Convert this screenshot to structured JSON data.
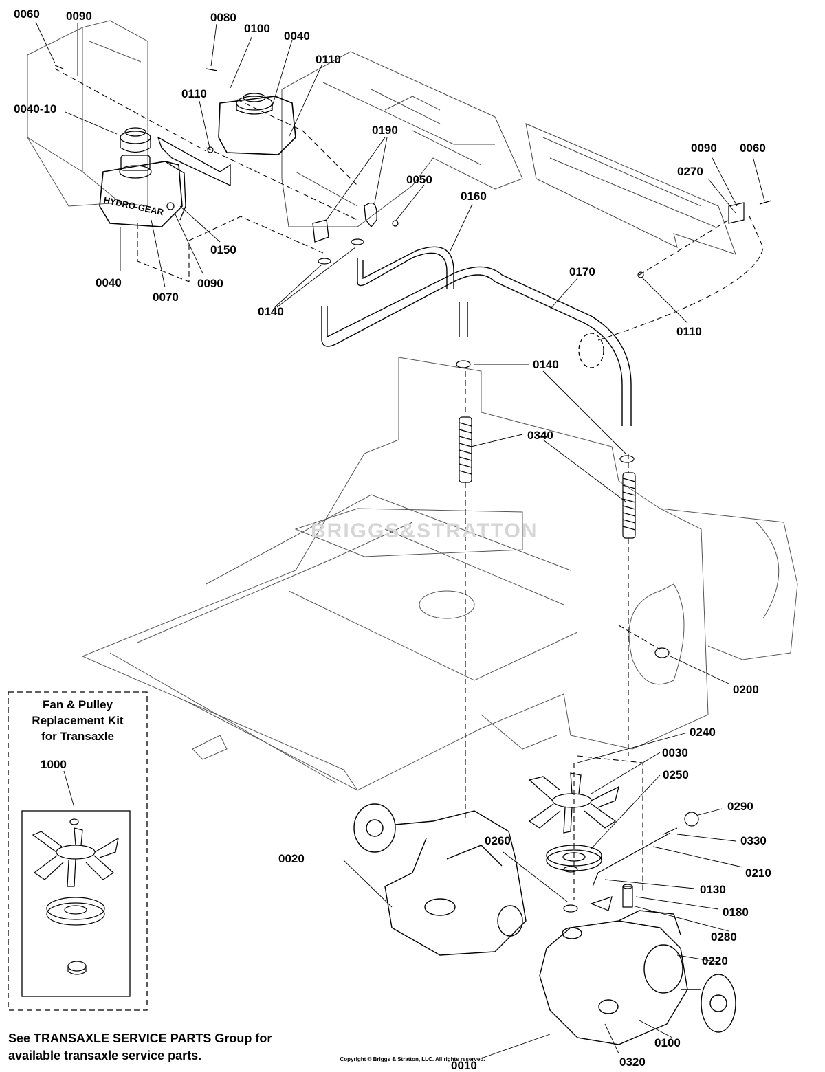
{
  "watermark": "BRIGGS&STRATTON",
  "kit": {
    "title_lines": [
      "Fan & Pulley",
      "Replacement Kit",
      "for Transaxle"
    ],
    "part": "1000"
  },
  "note_lines": [
    "See TRANSAXLE SERVICE PARTS Group for",
    "available transaxle service parts."
  ],
  "copyright": "Copyright © Briggs & Stratton, LLC. All rights reserved.",
  "callouts": [
    {
      "id": "0060-left",
      "text": "0060"
    },
    {
      "id": "0090-left",
      "text": "0090"
    },
    {
      "id": "0080",
      "text": "0080"
    },
    {
      "id": "0100-top",
      "text": "0100"
    },
    {
      "id": "0040-top",
      "text": "0040"
    },
    {
      "id": "0110-top-right",
      "text": "0110"
    },
    {
      "id": "0110-top-left",
      "text": "0110"
    },
    {
      "id": "0040-10",
      "text": "0040-10"
    },
    {
      "id": "0190",
      "text": "0190"
    },
    {
      "id": "0090-right",
      "text": "0090"
    },
    {
      "id": "0060-right",
      "text": "0060"
    },
    {
      "id": "0270",
      "text": "0270"
    },
    {
      "id": "0050",
      "text": "0050"
    },
    {
      "id": "0160",
      "text": "0160"
    },
    {
      "id": "0150",
      "text": "0150"
    },
    {
      "id": "0040-left",
      "text": "0040"
    },
    {
      "id": "0090-mid",
      "text": "0090"
    },
    {
      "id": "0070",
      "text": "0070"
    },
    {
      "id": "0170",
      "text": "0170"
    },
    {
      "id": "0140-left",
      "text": "0140"
    },
    {
      "id": "0110-right",
      "text": "0110"
    },
    {
      "id": "0140-mid",
      "text": "0140"
    },
    {
      "id": "0340",
      "text": "0340"
    },
    {
      "id": "0200",
      "text": "0200"
    },
    {
      "id": "0240",
      "text": "0240"
    },
    {
      "id": "0030",
      "text": "0030"
    },
    {
      "id": "0250",
      "text": "0250"
    },
    {
      "id": "0290",
      "text": "0290"
    },
    {
      "id": "0330",
      "text": "0330"
    },
    {
      "id": "0210",
      "text": "0210"
    },
    {
      "id": "0260",
      "text": "0260"
    },
    {
      "id": "0020",
      "text": "0020"
    },
    {
      "id": "0130",
      "text": "0130"
    },
    {
      "id": "0180",
      "text": "0180"
    },
    {
      "id": "0280",
      "text": "0280"
    },
    {
      "id": "0220",
      "text": "0220"
    },
    {
      "id": "0100-bottom",
      "text": "0100"
    },
    {
      "id": "0320",
      "text": "0320"
    },
    {
      "id": "0010",
      "text": "0010"
    }
  ]
}
